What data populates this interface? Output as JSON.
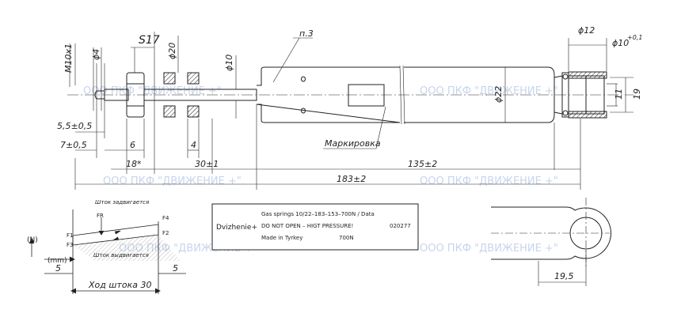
{
  "watermark": "ООО ПКФ \"ДВИЖЕНИЕ +\"",
  "top_view": {
    "thread": "M10x1",
    "rod_tip_dia": "ϕ4",
    "wrench_size": "S17",
    "washer_dia": "ϕ20",
    "rod_dia": "ϕ10",
    "body_dia": "ϕ22",
    "eye_width": "ϕ12",
    "eye_hole": "ϕ10",
    "eye_hole_tol": "+0,1",
    "eye_inner": "11",
    "eye_outer": "19",
    "part_ref": "п.3",
    "marking_label": "Маркировка",
    "dim_5_5": "5,5±0,5",
    "dim_7": "7±0,5",
    "dim_6": "6",
    "dim_4": "4",
    "dim_18": "18*",
    "dim_30": "30±1",
    "dim_135": "135±2",
    "dim_183": "183±2"
  },
  "label_box": {
    "brand": "Dvizhenie+",
    "line1": "Gas springs 10/22–183–153–700N / Data",
    "line2": "DO NOT OPEN – HIGT PRESSURE!",
    "code": "020277",
    "line3": "Made in Tyrkey",
    "force": "700N"
  },
  "force_chart": {
    "ylabel": "(N)",
    "xlabel": "(mm)",
    "title_top": "Шток задвигается",
    "title_bottom": "Шток выдвигается",
    "fr": "FR",
    "f1": "F1",
    "f2": "F2",
    "f3": "F3",
    "f4": "F4",
    "margin_left": "5",
    "margin_right": "5",
    "stroke": "Ход штока 30"
  },
  "side_view": {
    "dim": "19,5"
  }
}
